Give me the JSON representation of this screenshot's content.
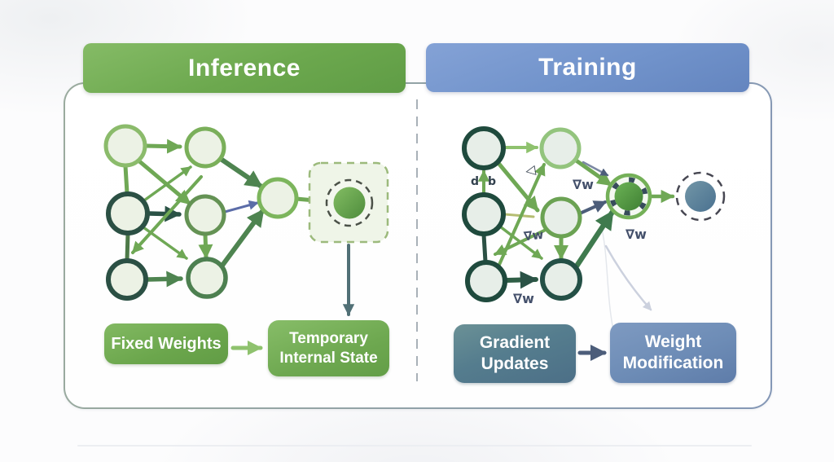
{
  "inference": {
    "title": "Inference",
    "fixed_weights_label": "Fixed Weights",
    "temp_state_line1": "Temporary",
    "temp_state_line2": "Internal State"
  },
  "training": {
    "title": "Training",
    "gradient_line1": "Gradient",
    "gradient_line2": "Updates",
    "weight_line1": "Weight",
    "weight_line2": "Modification",
    "annotations": {
      "db_left": "d",
      "db_right": "b",
      "triangle": "◁",
      "grad_top": "∇w",
      "grad_mid": "∇w",
      "grad_bottom": "∇w",
      "grad_out": "∇w"
    }
  },
  "colors": {
    "inference_green": "#6ca84e",
    "training_blue": "#7193cb",
    "edge_green": "#6fa855",
    "edge_dark_teal": "#2a5246",
    "edge_dark_green": "#4e8450",
    "edge_slate": "#5b6ca8",
    "edge_dark_slate": "#4c5d7a",
    "node_fill_left": "#ecf2e5",
    "node_fill_right": "#e7eee8",
    "dashed_box_fill": "#eff5e8",
    "green_ball": "#5a9a44",
    "blue_ball": "#5b82a0",
    "container_border_left": "#9aab9e",
    "container_border_right": "#8497b6"
  }
}
